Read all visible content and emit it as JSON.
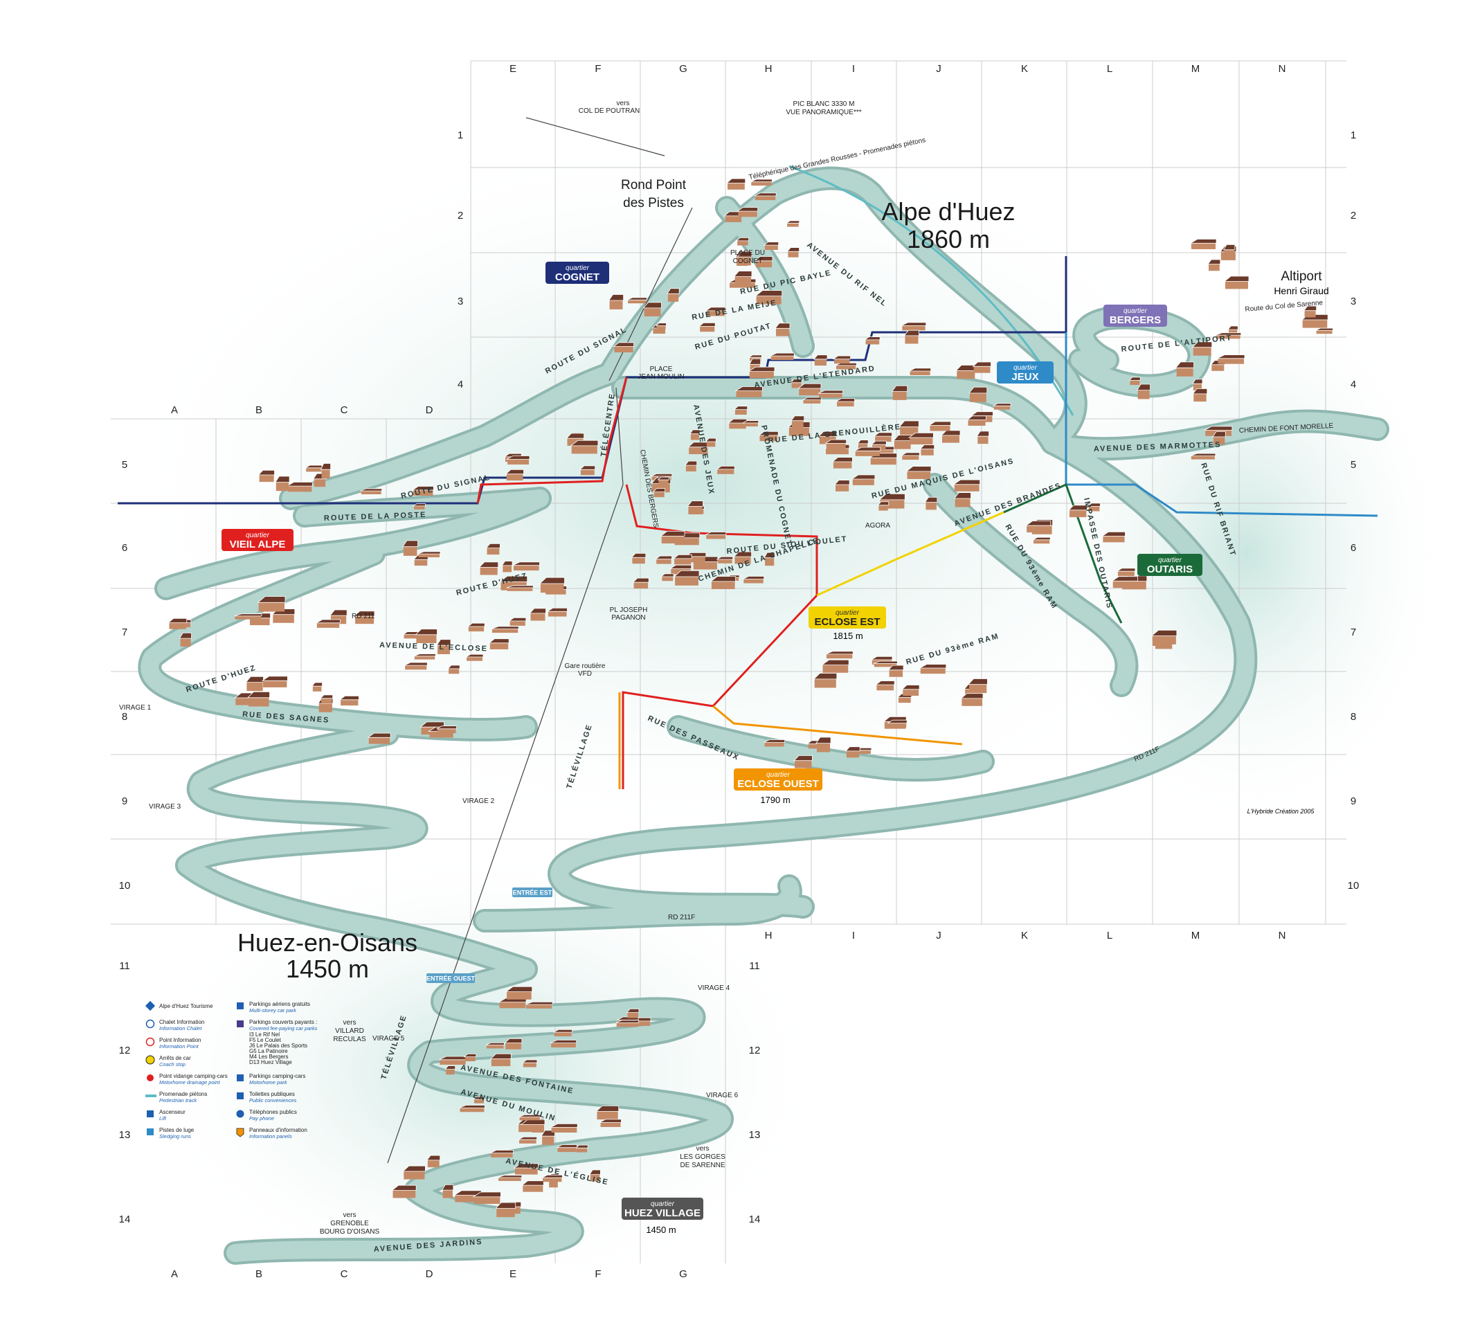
{
  "map": {
    "title_main": "Alpe d'Huez",
    "title_main_alt": "1860 m",
    "title_village": "Huez-en-Oisans",
    "title_village_alt": "1450 m",
    "rond_point": [
      "Rond Point",
      "des Pistes"
    ],
    "altiport": "Altiport",
    "altiport_sub": "Henri Giraud",
    "route_col_sarenne": "Route du Col de Sarenne",
    "pic_blanc": [
      "PIC BLANC 3330 M",
      "VUE PANORAMIQUE***"
    ],
    "col_poutran": [
      "vers",
      "COL DE POUTRAN"
    ],
    "telepherique": "Téléphérique des Grandes Rousses - Promenades piétons",
    "place_cognet": [
      "PLACE DU",
      "COGNET"
    ],
    "place_jean_moulin": [
      "PLACE",
      "JEAN MOULIN"
    ],
    "pl_paganon": [
      "PL JOSEPH",
      "PAGANON"
    ],
    "gare_routiere": [
      "Gare routière",
      "VFD"
    ],
    "agora": "AGORA",
    "entree_est": "ENTRÉE EST",
    "entree_ouest": "ENTRÉE OUEST",
    "alt_eclose_est": "1815 m",
    "alt_eclose_ouest": "1790 m",
    "alt_huez_village": "1450 m",
    "vers_villard": [
      "vers",
      "VILLARD",
      "RECULAS"
    ],
    "vers_gorges": [
      "vers",
      "LES GORGES",
      "DE SARENNE"
    ],
    "vers_grenoble": [
      "vers",
      "GRENOBLE",
      "BOURG D'OISANS"
    ],
    "credit": "L'Hybride Création 2005"
  },
  "grid": {
    "cols_top": [
      "E",
      "F",
      "G",
      "H",
      "I",
      "J",
      "K",
      "L",
      "M",
      "N"
    ],
    "cols_row5": [
      "A",
      "B",
      "C",
      "D"
    ],
    "cols_mid": [
      "H",
      "I",
      "J",
      "K",
      "L",
      "M",
      "N"
    ],
    "cols_bottom": [
      "A",
      "B",
      "C",
      "D",
      "E",
      "F",
      "G"
    ],
    "rows_right": [
      "1",
      "2",
      "3",
      "4",
      "5",
      "6",
      "7",
      "8",
      "9",
      "10"
    ],
    "rows_left": [
      "5",
      "6",
      "7",
      "8",
      "9",
      "10"
    ],
    "rows_village_left": [
      "11",
      "12",
      "13",
      "14"
    ],
    "rows_village_right": [
      "11",
      "12",
      "13",
      "14"
    ]
  },
  "quartiers": [
    {
      "top": "quartier",
      "name": "COGNET",
      "color": "#1e2f78"
    },
    {
      "top": "quartier",
      "name": "BERGERS",
      "color": "#7f72b6"
    },
    {
      "top": "quartier",
      "name": "JEUX",
      "color": "#2f8ac8"
    },
    {
      "top": "quartier",
      "name": "VIEIL ALPE",
      "color": "#e0201f"
    },
    {
      "top": "quartier",
      "name": "OUTARIS",
      "color": "#1b6b3a"
    },
    {
      "top": "quartier",
      "name": "ECLOSE EST",
      "color": "#f2d200"
    },
    {
      "top": "quartier",
      "name": "ECLOSE OUEST",
      "color": "#f29400"
    },
    {
      "top": "quartier",
      "name": "HUEZ VILLAGE",
      "color": "#555555"
    }
  ],
  "streets": {
    "route_signal": "ROUTE DU SIGNAL",
    "route_poste": "ROUTE DE LA POSTE",
    "route_huez": "ROUTE D'HUEZ",
    "avenue_eclose": "AVENUE DE L'ECLOSE",
    "rue_sagnes": "RUE DES SAGNES",
    "rue_passeaux": "RUE DES PASSEAUX",
    "avenue_etendard": "AVENUE DE L'ETENDARD",
    "rue_grenouillere": "RUE DE LA GRENOUILLÈRE",
    "rue_maquis": "RUE DU MAQUIS DE L'OISANS",
    "avenue_brandes": "AVENUE DES BRANDES",
    "rue_93_ram": "RUE DU 93ème RAM",
    "avenue_rif_nel": "AVENUE DU RIF NEL",
    "rue_poutat": "RUE DU POUTAT",
    "rue_meije": "RUE DE LA MEIJE",
    "rue_pic_bayle": "RUE DU PIC BAYLE",
    "route_altiport": "ROUTE DE L'ALTIPORT",
    "avenue_marmottes": "AVENUE DES MARMOTTES",
    "chemin_font_morelle": "CHEMIN DE FONT MORELLE",
    "impasse_outaris": "IMPASSE DES OUTARIS",
    "rue_rif_briant": "RUE DU RIF BRIANT",
    "avenue_jeux": "AVENUE DES JEUX",
    "promenade_cognet": "PROMENADE DU COGNET",
    "chemin_chapelle": "CHEMIN DE LA CHAPELLE",
    "route_sioux": "ROUTE DU SIOU COULET",
    "telecentre": "TÉLÉCENTRE",
    "televillage": "TÉLÉVILLAGE",
    "chemin_bergers": "CHEMIN DES BERGERS",
    "rd211": "RD 211",
    "rd211f": "RD 211F",
    "avenue_fontaine": "AVENUE DES FONTAINE",
    "avenue_moulin": "AVENUE DU MOULIN",
    "avenue_eglise": "AVENUE DE L'ÉGLISE",
    "avenue_jardins": "AVENUE DES JARDINS",
    "virage1": "VIRAGE 1",
    "virage2": "VIRAGE 2",
    "virage3": "VIRAGE 3",
    "virage4": "VIRAGE 4",
    "virage5": "VIRAGE 5",
    "virage6": "VIRAGE 6"
  },
  "legend": {
    "left": [
      {
        "icon": "tourism-office-icon",
        "label": "Alpe d'Huez Tourisme",
        "sub": ""
      },
      {
        "icon": "info-chalet-icon",
        "label": "Chalet Information",
        "sub": "Information Chalet"
      },
      {
        "icon": "info-point-icon",
        "label": "Point Information",
        "sub": "Information Point"
      },
      {
        "icon": "bus-stop-icon",
        "label": "Arrêts de car",
        "sub": "Coach stop"
      },
      {
        "icon": "motorhome-drain-icon",
        "label": "Point vidange camping-cars",
        "sub": "Motorhome drainage point"
      },
      {
        "icon": "pedestrian-track-icon",
        "label": "Promenade piétons",
        "sub": "Pedestrian track"
      },
      {
        "icon": "lift-icon",
        "label": "Ascenseur",
        "sub": "Lift"
      },
      {
        "icon": "sledging-icon",
        "label": "Pistes de luge",
        "sub": "Sledging runs"
      }
    ],
    "right": [
      {
        "icon": "parking-icon",
        "label": "Parkings aériens gratuits",
        "sub": "Multi-storey car park"
      },
      {
        "icon": "covered-parking-icon",
        "label": "Parkings couverts payants :",
        "sub": "Covered fee-paying car parks",
        "extra": [
          "I3 Le Rif Nel",
          "F5 Le Coulet",
          "J6 Le Palais des Sports",
          "G5 La Patinoire",
          "M4 Les Bergers",
          "D13 Huez Village"
        ]
      },
      {
        "icon": "motorhome-park-icon",
        "label": "Parkings camping-cars",
        "sub": "Motorhome park"
      },
      {
        "icon": "toilets-icon",
        "label": "Toilettes publiques",
        "sub": "Public conveniences"
      },
      {
        "icon": "payphone-icon",
        "label": "Téléphones publics",
        "sub": "Pay phone"
      },
      {
        "icon": "info-panel-icon",
        "label": "Panneaux d'information",
        "sub": "Information panels"
      }
    ]
  },
  "colors": {
    "road": "#b5d5cf",
    "road_edge": "#8fb7b0",
    "snow": "#e3f2ef",
    "roof": "#6b3a2a",
    "wall": "#c48a66",
    "grid": "#c9c9c9"
  }
}
